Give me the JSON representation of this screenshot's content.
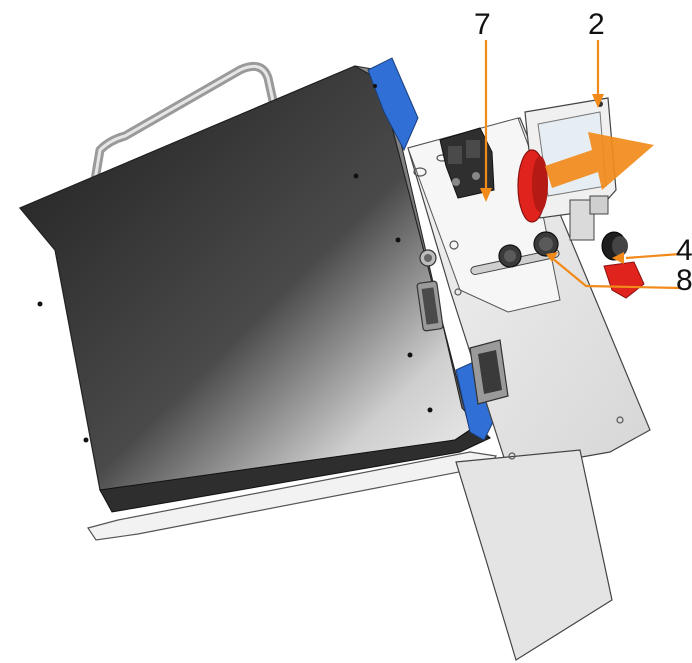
{
  "callouts": {
    "label_7": "7",
    "label_2": "2",
    "label_4": "4",
    "label_8": "8"
  },
  "colors": {
    "housing_dark": "#2b2b2b",
    "housing_light": "#d8d8d8",
    "panel": "#ececec",
    "accent_blue": "#2f6fd6",
    "accent_red": "#e0231c",
    "arrow_orange": "#f28a1a",
    "leader_orange": "#f28a1a"
  },
  "icons": [
    "carry-handle-icon",
    "connector-port-icon",
    "knob-icon",
    "direction-arrow-icon"
  ]
}
